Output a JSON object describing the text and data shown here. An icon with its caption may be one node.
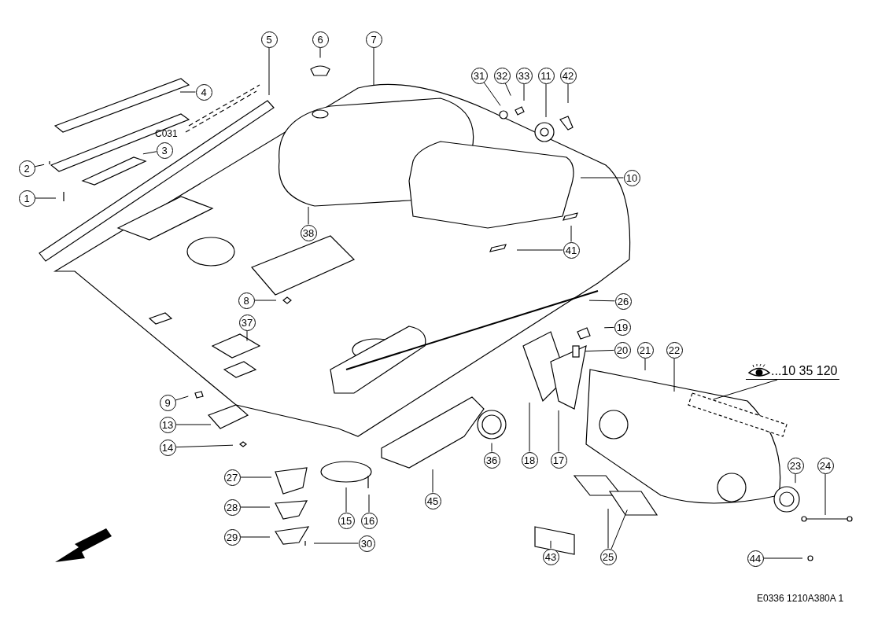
{
  "diagram": {
    "nodes": [
      {
        "text": [
          "1"
        ]
      },
      {
        "text": [
          "2"
        ]
      },
      {
        "text": [
          "3"
        ],
        "beside": [
          "C031"
        ]
      },
      {
        "text": [
          "4"
        ]
      },
      {
        "text": [
          "5"
        ]
      },
      {
        "text": [
          "6"
        ]
      },
      {
        "text": [
          "7"
        ]
      },
      {
        "text": [
          "8"
        ]
      },
      {
        "text": [
          "9"
        ]
      },
      {
        "text": [
          "10"
        ]
      },
      {
        "text": [
          "11"
        ]
      },
      {
        "text": [
          "13"
        ]
      },
      {
        "text": [
          "14"
        ]
      },
      {
        "text": [
          "15"
        ]
      },
      {
        "text": [
          "16"
        ]
      },
      {
        "text": [
          "17"
        ]
      },
      {
        "text": [
          "18"
        ]
      },
      {
        "text": [
          "19"
        ]
      },
      {
        "text": [
          "20"
        ]
      },
      {
        "text": [
          "21"
        ]
      },
      {
        "text": [
          "22"
        ]
      },
      {
        "text": [
          "23"
        ]
      },
      {
        "text": [
          "24"
        ]
      },
      {
        "text": [
          "25"
        ]
      },
      {
        "text": [
          "26"
        ]
      },
      {
        "text": [
          "27"
        ]
      },
      {
        "text": [
          "28"
        ]
      },
      {
        "text": [
          "29"
        ]
      },
      {
        "text": [
          "30"
        ]
      },
      {
        "text": [
          "31"
        ]
      },
      {
        "text": [
          "32"
        ]
      },
      {
        "text": [
          "33"
        ]
      },
      {
        "text": [
          "36"
        ]
      },
      {
        "text": [
          "37"
        ]
      },
      {
        "text": [
          "38"
        ]
      },
      {
        "text": [
          "41"
        ]
      },
      {
        "text": [
          "42"
        ]
      },
      {
        "text": [
          "43"
        ]
      },
      {
        "text": [
          "44"
        ]
      },
      {
        "text": [
          "45"
        ]
      },
      {
        "text": [
          "...10 35 120"
        ]
      }
    ],
    "edges": [
      {
        "from": 0,
        "to": null,
        "arrow": "none"
      },
      {
        "from": 1,
        "to": null,
        "arrow": "none"
      },
      {
        "from": 2,
        "to": null,
        "arrow": "none"
      },
      {
        "from": 3,
        "to": null,
        "arrow": "none"
      },
      {
        "from": 4,
        "to": null,
        "arrow": "none"
      },
      {
        "from": 5,
        "to": null,
        "arrow": "none"
      },
      {
        "from": 6,
        "to": null,
        "arrow": "none"
      },
      {
        "from": 7,
        "to": null,
        "arrow": "none"
      },
      {
        "from": 8,
        "to": null,
        "arrow": "none"
      },
      {
        "from": 9,
        "to": null,
        "arrow": "none"
      },
      {
        "from": 10,
        "to": null,
        "arrow": "none"
      },
      {
        "from": 11,
        "to": null,
        "arrow": "none"
      },
      {
        "from": 12,
        "to": null,
        "arrow": "none"
      },
      {
        "from": 13,
        "to": null,
        "arrow": "none"
      },
      {
        "from": 14,
        "to": null,
        "arrow": "none"
      },
      {
        "from": 15,
        "to": null,
        "arrow": "none"
      },
      {
        "from": 16,
        "to": null,
        "arrow": "none"
      },
      {
        "from": 17,
        "to": null,
        "arrow": "none"
      },
      {
        "from": 18,
        "to": null,
        "arrow": "none"
      },
      {
        "from": 19,
        "to": null,
        "arrow": "none"
      },
      {
        "from": 20,
        "to": null,
        "arrow": "none"
      },
      {
        "from": 21,
        "to": null,
        "arrow": "none"
      },
      {
        "from": 22,
        "to": null,
        "arrow": "none"
      },
      {
        "from": 23,
        "to": null,
        "arrow": "none"
      },
      {
        "from": 24,
        "to": null,
        "arrow": "none"
      },
      {
        "from": 25,
        "to": null,
        "arrow": "none"
      },
      {
        "from": 26,
        "to": null,
        "arrow": "none"
      },
      {
        "from": 27,
        "to": null,
        "arrow": "none"
      },
      {
        "from": 28,
        "to": null,
        "arrow": "none"
      },
      {
        "from": 29,
        "to": null,
        "arrow": "none"
      },
      {
        "from": 30,
        "to": null,
        "arrow": "none"
      },
      {
        "from": 31,
        "to": null,
        "arrow": "none"
      },
      {
        "from": 32,
        "to": null,
        "arrow": "none"
      },
      {
        "from": 33,
        "to": null,
        "arrow": "none"
      },
      {
        "from": 34,
        "to": null,
        "arrow": "none"
      },
      {
        "from": 35,
        "to": null,
        "arrow": "none"
      },
      {
        "from": 36,
        "to": null,
        "arrow": "none"
      },
      {
        "from": 37,
        "to": null,
        "arrow": "none"
      },
      {
        "from": 38,
        "to": null,
        "arrow": "none"
      },
      {
        "from": 39,
        "to": null,
        "arrow": "none"
      },
      {
        "from": 40,
        "to": null,
        "arrow": "none"
      },
      {
        "from": 23,
        "to": null,
        "arrow": "none"
      },
      {
        "from": 35,
        "to": null,
        "arrow": "none"
      }
    ],
    "labels": [
      "E0336 1210A380A 1"
    ]
  }
}
